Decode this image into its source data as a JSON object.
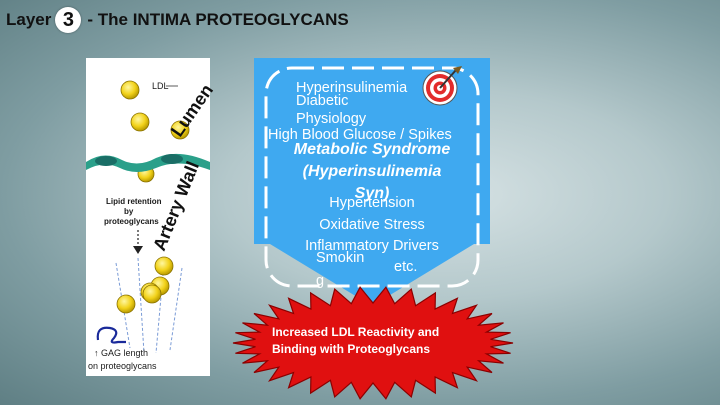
{
  "header": {
    "layer_word": "Layer",
    "layer_number": "3",
    "title_rest": "- The INTIMA PROTEOGLYCANS"
  },
  "figure": {
    "ldl_label": "LDL",
    "lumen_label": "Lumen",
    "artery_wall_label": "Artery Wall",
    "lipid_retention_lines": [
      "Lipid retention",
      "by",
      "proteoglycans"
    ],
    "gag_length_line1": "↑ GAG length",
    "gag_length_line2": "on proteoglycans"
  },
  "card": {
    "hyperinsulinemia": "Hyperinsulinemia",
    "diabetic": "Diabetic",
    "physiology": "Physiology",
    "high_blood_glucose": "High Blood Glucose / Spikes",
    "metabolic_syndrome": "Metabolic Syndrome",
    "metabolic_syndrome_paren": "(Hyperinsulinemia",
    "metabolic_syndrome_syn": "Syn)",
    "hypertension": "Hypertension",
    "oxidative_stress": "Oxidative Stress",
    "inflammatory_drivers": "Inflammatory Drivers",
    "smoking": "Smokin",
    "smoking_fragment": "g",
    "etc": "etc.",
    "target_icon": "target-icon"
  },
  "burst": {
    "line1": "Increased LDL Reactivity and",
    "line2": "Binding with Proteoglycans"
  },
  "colors": {
    "card_blue": "#3fa9f0",
    "burst_red": "#e01010",
    "burst_dark": "#8b0000"
  }
}
